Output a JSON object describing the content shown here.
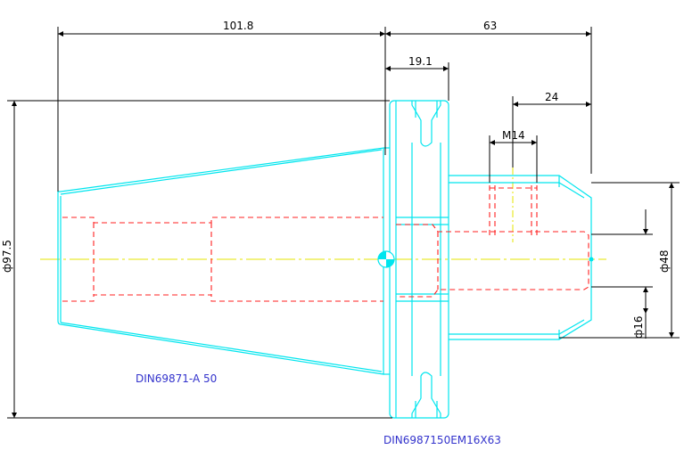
{
  "dimensions": {
    "overall_length": "101.8",
    "projection_length": "63",
    "flange_width": "19.1",
    "screw_offset": "24",
    "thread": "M14",
    "flange_diameter": "ф97.5",
    "bore_diameter": "ф48",
    "shank_diameter": "ф16"
  },
  "labels": {
    "taper_standard": "DIN69871-A 50",
    "part_number": "DIN6987150EM16X63"
  },
  "colors": {
    "outline": "#00e5ee",
    "hidden": "#ff2020",
    "centerline": "#e6e600",
    "dimension": "#000000",
    "caption": "#3333cc",
    "background": "#ffffff"
  }
}
